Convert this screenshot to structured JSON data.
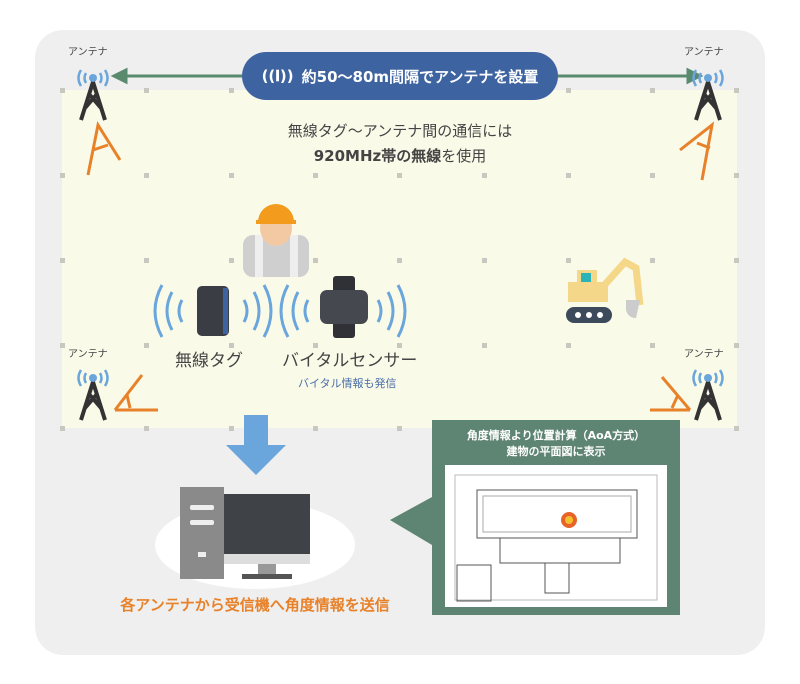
{
  "antenna_label": "アンテナ",
  "spacing_pill": "約50〜80m間隔でアンテナを設置",
  "comm_line1": "無線タグ〜アンテナ間の通信には",
  "comm_line2_bold": "920MHz帯の無線",
  "comm_line2_rest": "を使用",
  "tag_label": "無線タグ",
  "vital_label": "バイタルセンサー",
  "vital_sub": "バイタル情報も発信",
  "receiver_caption": "各アンテナから受信機へ角度情報を送信",
  "position_box": {
    "line1": "角度情報より位置計算（AoA方式）",
    "line2": "建物の平面図に表示"
  },
  "colors": {
    "pill": "#3d63a0",
    "arrow": "#5a8a6e",
    "orange": "#e8822a",
    "green_box": "#5e8473",
    "signal": "#6aa6dc"
  }
}
